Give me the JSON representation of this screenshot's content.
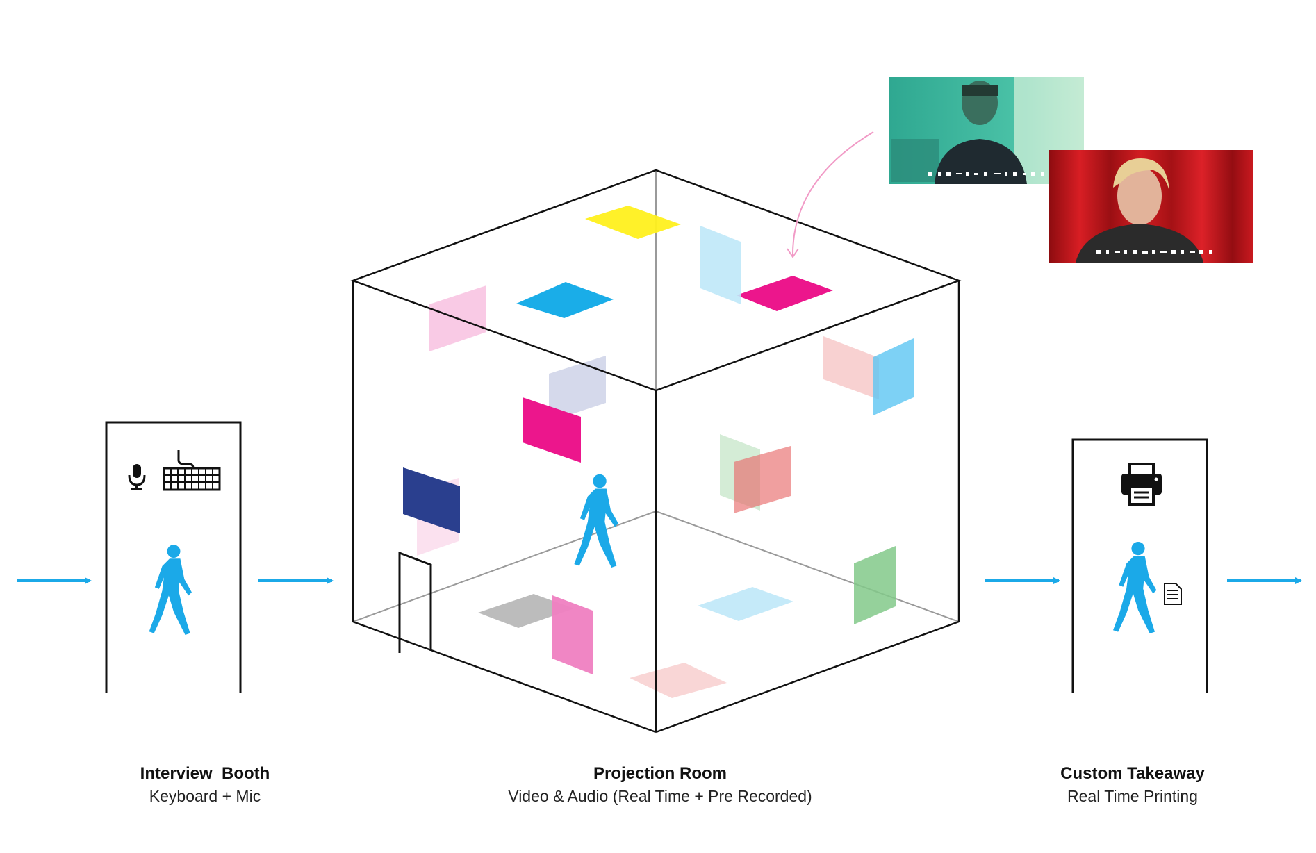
{
  "stages": [
    {
      "title": "Interview  Booth",
      "subtitle": "Keyboard + Mic",
      "icons": [
        "microphone-icon",
        "keyboard-icon",
        "walking-person-icon"
      ]
    },
    {
      "title": "Projection Room",
      "subtitle": "Video & Audio (Real Time + Pre Recorded)",
      "icons": [
        "walking-person-icon",
        "door-icon"
      ]
    },
    {
      "title": "Custom Takeaway",
      "subtitle": "Real Time Printing",
      "icons": [
        "printer-icon",
        "walking-person-icon",
        "document-icon"
      ]
    }
  ],
  "flow_arrows": [
    "arrow-right-icon",
    "arrow-right-icon",
    "arrow-right-icon",
    "arrow-right-icon"
  ],
  "video_thumbnails": [
    {
      "name": "interview-video-man",
      "tint": "#3fb5a0"
    },
    {
      "name": "interview-video-woman",
      "tint": "#c0161c"
    }
  ],
  "colors": {
    "accent": "#1ba9e8",
    "line": "#111111",
    "yellow": "#fff01e",
    "magenta": "#ec168c",
    "cyan": "#1aade8",
    "navy": "#2a3f8e",
    "pink": "#f5a8d3",
    "light_blue": "#bfe8f8",
    "green": "#82c98a",
    "salmon": "#f1a3a3",
    "gray": "#bcbcbc",
    "lavender": "#c3c9e2"
  }
}
